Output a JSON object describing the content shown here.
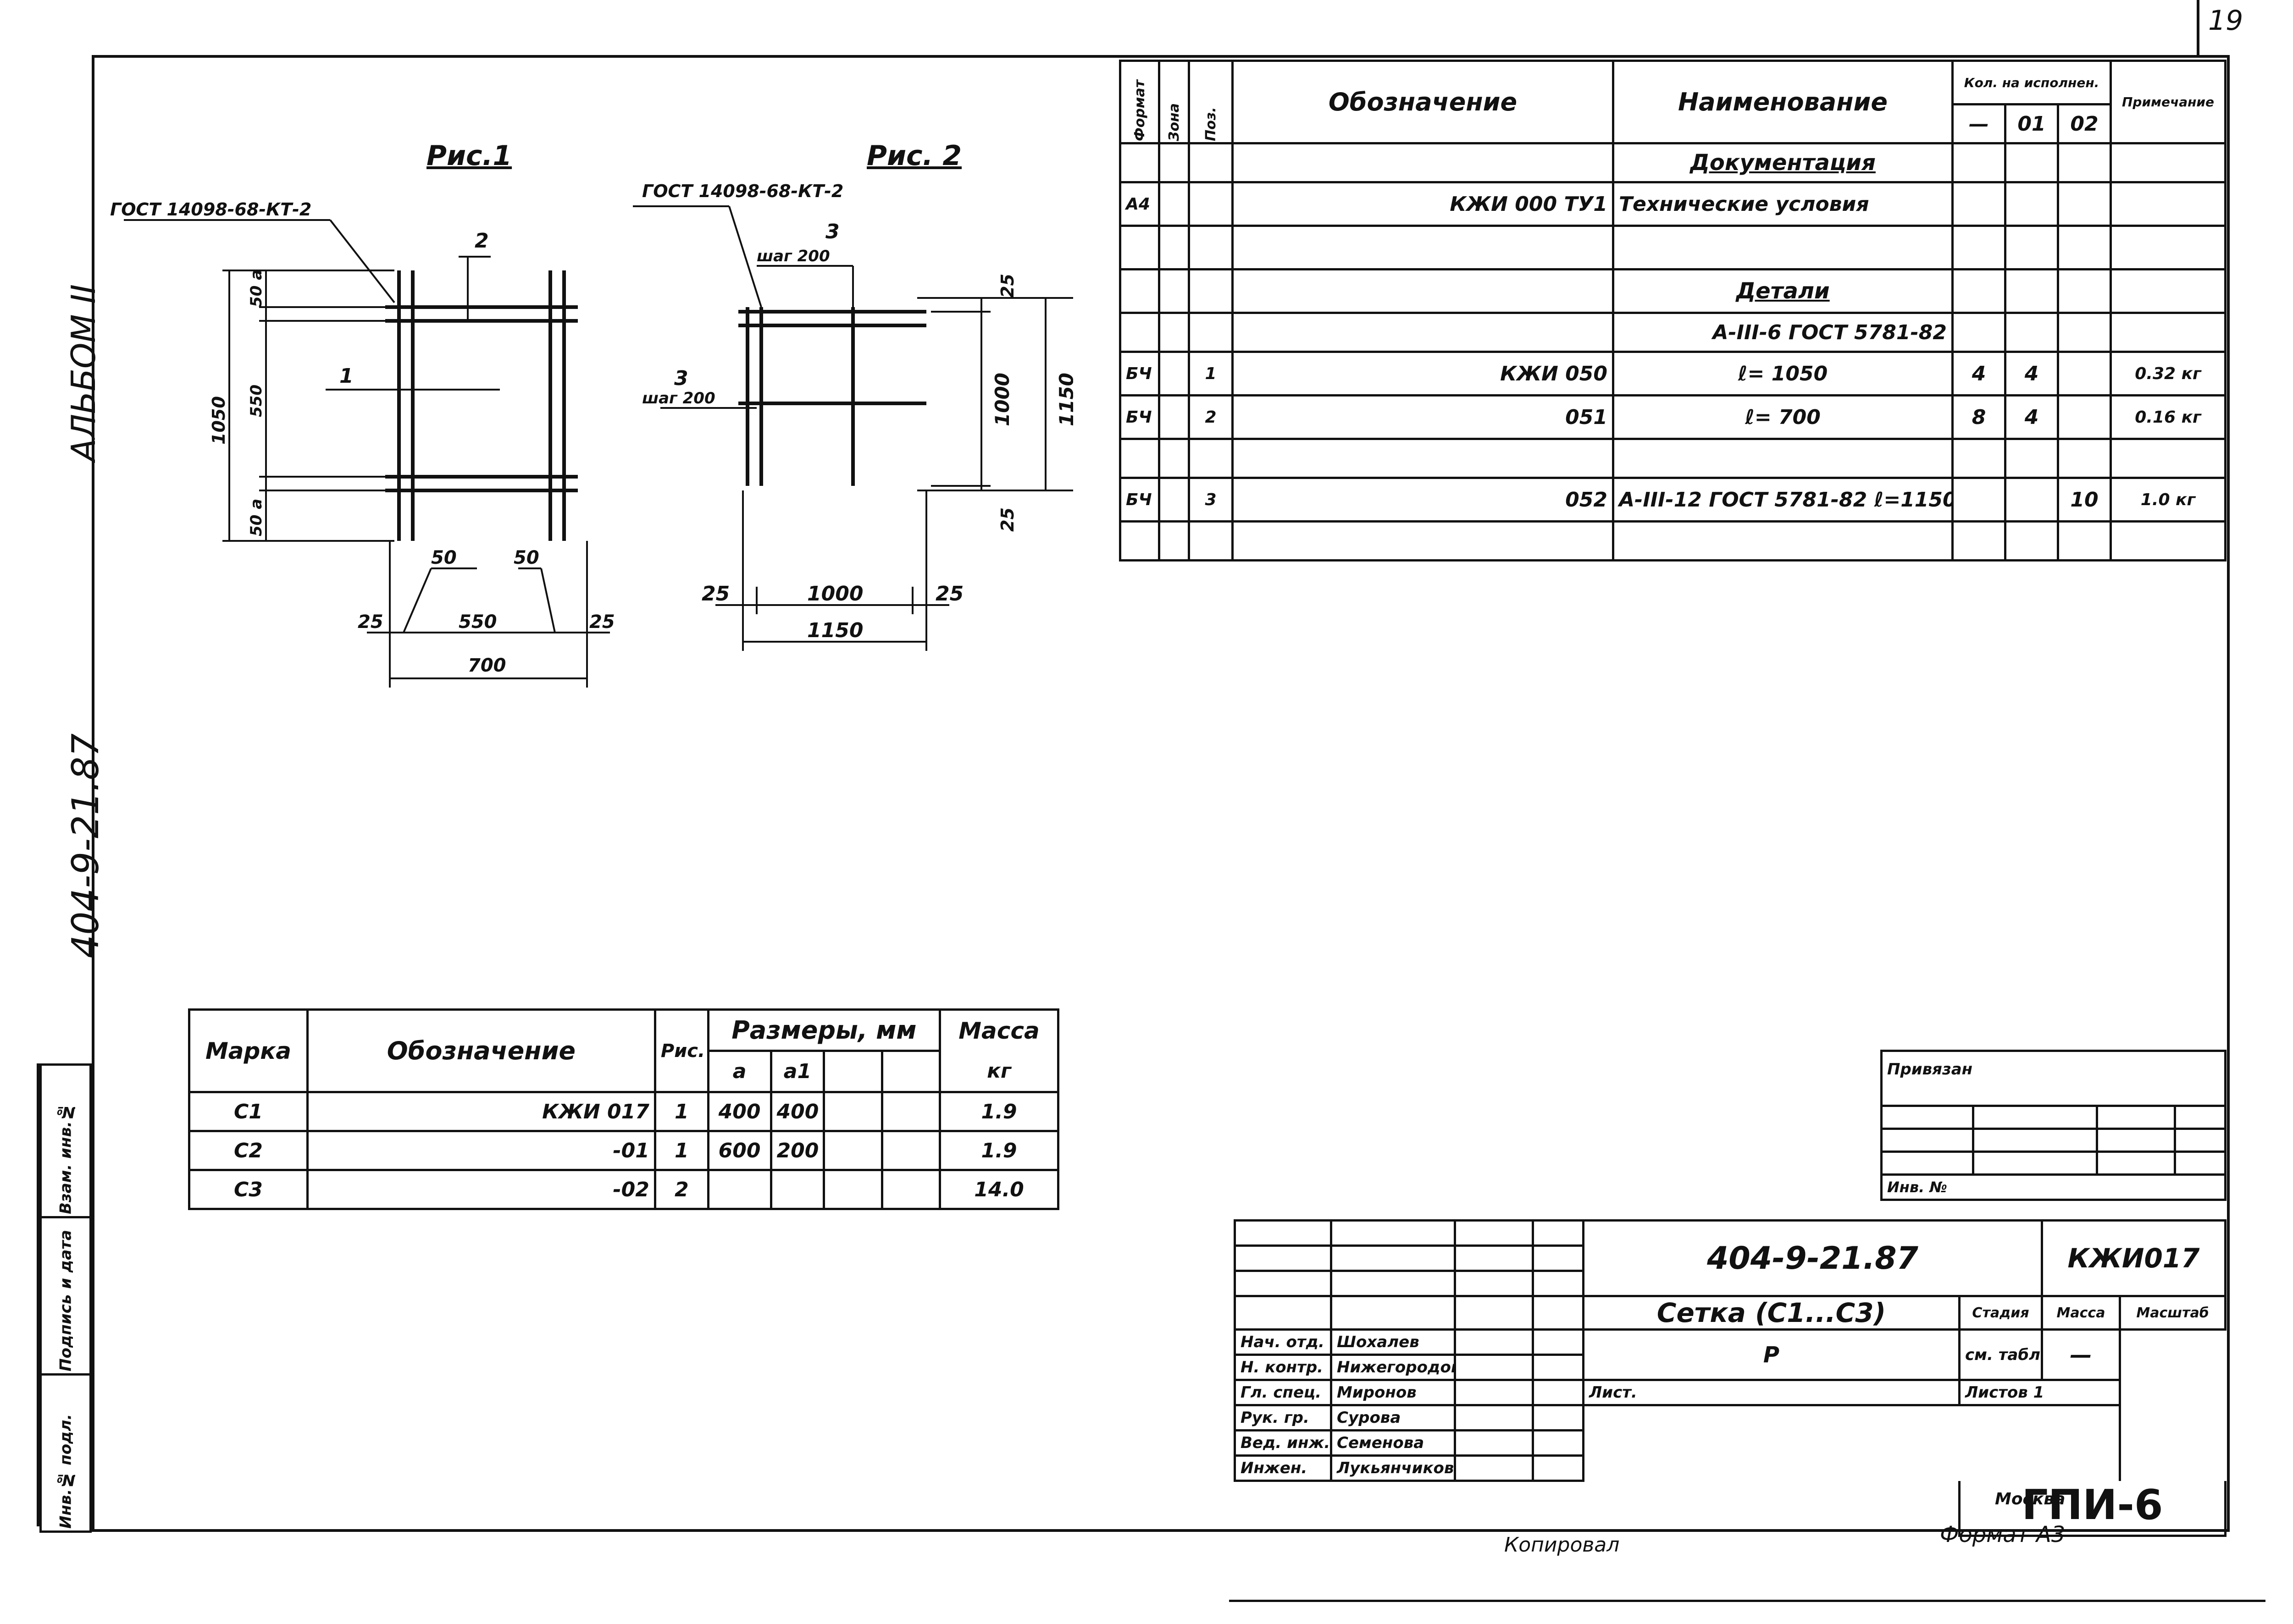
{
  "sheet_number": "19",
  "side_labels": {
    "album": "АЛЬБОМ II",
    "code": "404-9-21.87"
  },
  "side_stamp": [
    "Инв.№ подл.",
    "Подпись и дата",
    "Взам. инв.№"
  ],
  "fig1": {
    "title": "Рис.1",
    "gost": "ГОСТ 14098-68-КТ-2",
    "pos": "2",
    "pos_side": "1",
    "dims": {
      "d_top": "50 а",
      "d_mid": "550",
      "d_bot": "50 а",
      "total_v": "1050",
      "d50a": "50",
      "d50b": "50",
      "d25a": "25",
      "d550": "550",
      "d25b": "25",
      "total_h": "700"
    }
  },
  "fig2": {
    "title": "Рис. 2",
    "gost": "ГОСТ 14098-68-КТ-2",
    "pos_top": "3",
    "step_top": "шаг 200",
    "pos_side": "3",
    "step_side": "шаг 200",
    "dims": {
      "d25top": "25",
      "d1000v": "1000",
      "d1150v": "1150",
      "d25bot": "25",
      "d25l": "25",
      "d1000h": "1000",
      "d25r": "25",
      "d1150h": "1150"
    }
  },
  "spec": {
    "headers": {
      "format": "Формат",
      "zone": "Зона",
      "pos": "Поз.",
      "designation": "Обозначение",
      "name": "Наименование",
      "qty": "Кол. на исполнен.",
      "note": "Примечание",
      "q1": "—",
      "q2": "01",
      "q3": "02"
    },
    "rows": [
      {
        "format": "",
        "pos": "",
        "designation": "",
        "name": "Документация",
        "q1": "",
        "q2": "",
        "q3": "",
        "note": ""
      },
      {
        "format": "А4",
        "pos": "",
        "designation": "КЖИ 000 ТУ1",
        "name": "Технические условия",
        "q1": "",
        "q2": "",
        "q3": "",
        "note": ""
      },
      {
        "format": "",
        "pos": "",
        "designation": "",
        "name": "",
        "q1": "",
        "q2": "",
        "q3": "",
        "note": ""
      },
      {
        "format": "",
        "pos": "",
        "designation": "",
        "name": "Детали",
        "q1": "",
        "q2": "",
        "q3": "",
        "note": ""
      },
      {
        "format": "",
        "pos": "",
        "designation": "",
        "name": "А-III-6 ГОСТ 5781-82",
        "q1": "",
        "q2": "",
        "q3": "",
        "note": ""
      },
      {
        "format": "БЧ",
        "pos": "1",
        "designation": "КЖИ 050",
        "name": "ℓ= 1050",
        "q1": "4",
        "q2": "4",
        "q3": "",
        "note": "0.32 кг"
      },
      {
        "format": "БЧ",
        "pos": "2",
        "designation": "051",
        "name": "ℓ= 700",
        "q1": "8",
        "q2": "4",
        "q3": "",
        "note": "0.16 кг"
      },
      {
        "format": "",
        "pos": "",
        "designation": "",
        "name": "",
        "q1": "",
        "q2": "",
        "q3": "",
        "note": ""
      },
      {
        "format": "БЧ",
        "pos": "3",
        "designation": "052",
        "name": "А-III-12 ГОСТ 5781-82 ℓ=1150",
        "q1": "",
        "q2": "",
        "q3": "10",
        "note": "1.0 кг"
      },
      {
        "format": "",
        "pos": "",
        "designation": "",
        "name": "",
        "q1": "",
        "q2": "",
        "q3": "",
        "note": ""
      }
    ]
  },
  "marks": {
    "headers": {
      "mark": "Марка",
      "designation": "Обозначение",
      "fig": "Рис.",
      "sizes": "Размеры, мм",
      "a": "а",
      "a1": "а1",
      "mass": "Масса",
      "mass_unit": "кг"
    },
    "rows": [
      {
        "mark": "С1",
        "designation": "КЖИ 017",
        "fig": "1",
        "a": "400",
        "a1": "400",
        "mass": "1.9"
      },
      {
        "mark": "С2",
        "designation": "-01",
        "fig": "1",
        "a": "600",
        "a1": "200",
        "mass": "1.9"
      },
      {
        "mark": "С3",
        "designation": "-02",
        "fig": "2",
        "a": "",
        "a1": "",
        "mass": "14.0"
      }
    ]
  },
  "title_block": {
    "attached": "Привязан",
    "inv_no": "Инв. №",
    "doc_code": "404-9-21.87",
    "doc_mark": "КЖИ017",
    "item_name": "Сетка (С1...С3)",
    "stage_h": "Стадия",
    "mass_h": "Масса",
    "scale_h": "Масштаб",
    "stage": "Р",
    "mass": "см. табл.",
    "scale": "—",
    "sheet": "Лист.",
    "sheets": "Листов 1",
    "org": "ГПИ-6",
    "city": "Москва",
    "roles": [
      {
        "role": "Нач. отд.",
        "name": "Шохалев"
      },
      {
        "role": "Н. контр.",
        "name": "Нижегородова"
      },
      {
        "role": "Гл. спец.",
        "name": "Миронов"
      },
      {
        "role": "Рук. гр.",
        "name": "Сурова"
      },
      {
        "role": "Вед. инж.",
        "name": "Семенова"
      },
      {
        "role": "Инжен.",
        "name": "Лукьянчикова"
      }
    ]
  },
  "footer": {
    "copied": "Копировал",
    "format": "Формат  А3"
  }
}
